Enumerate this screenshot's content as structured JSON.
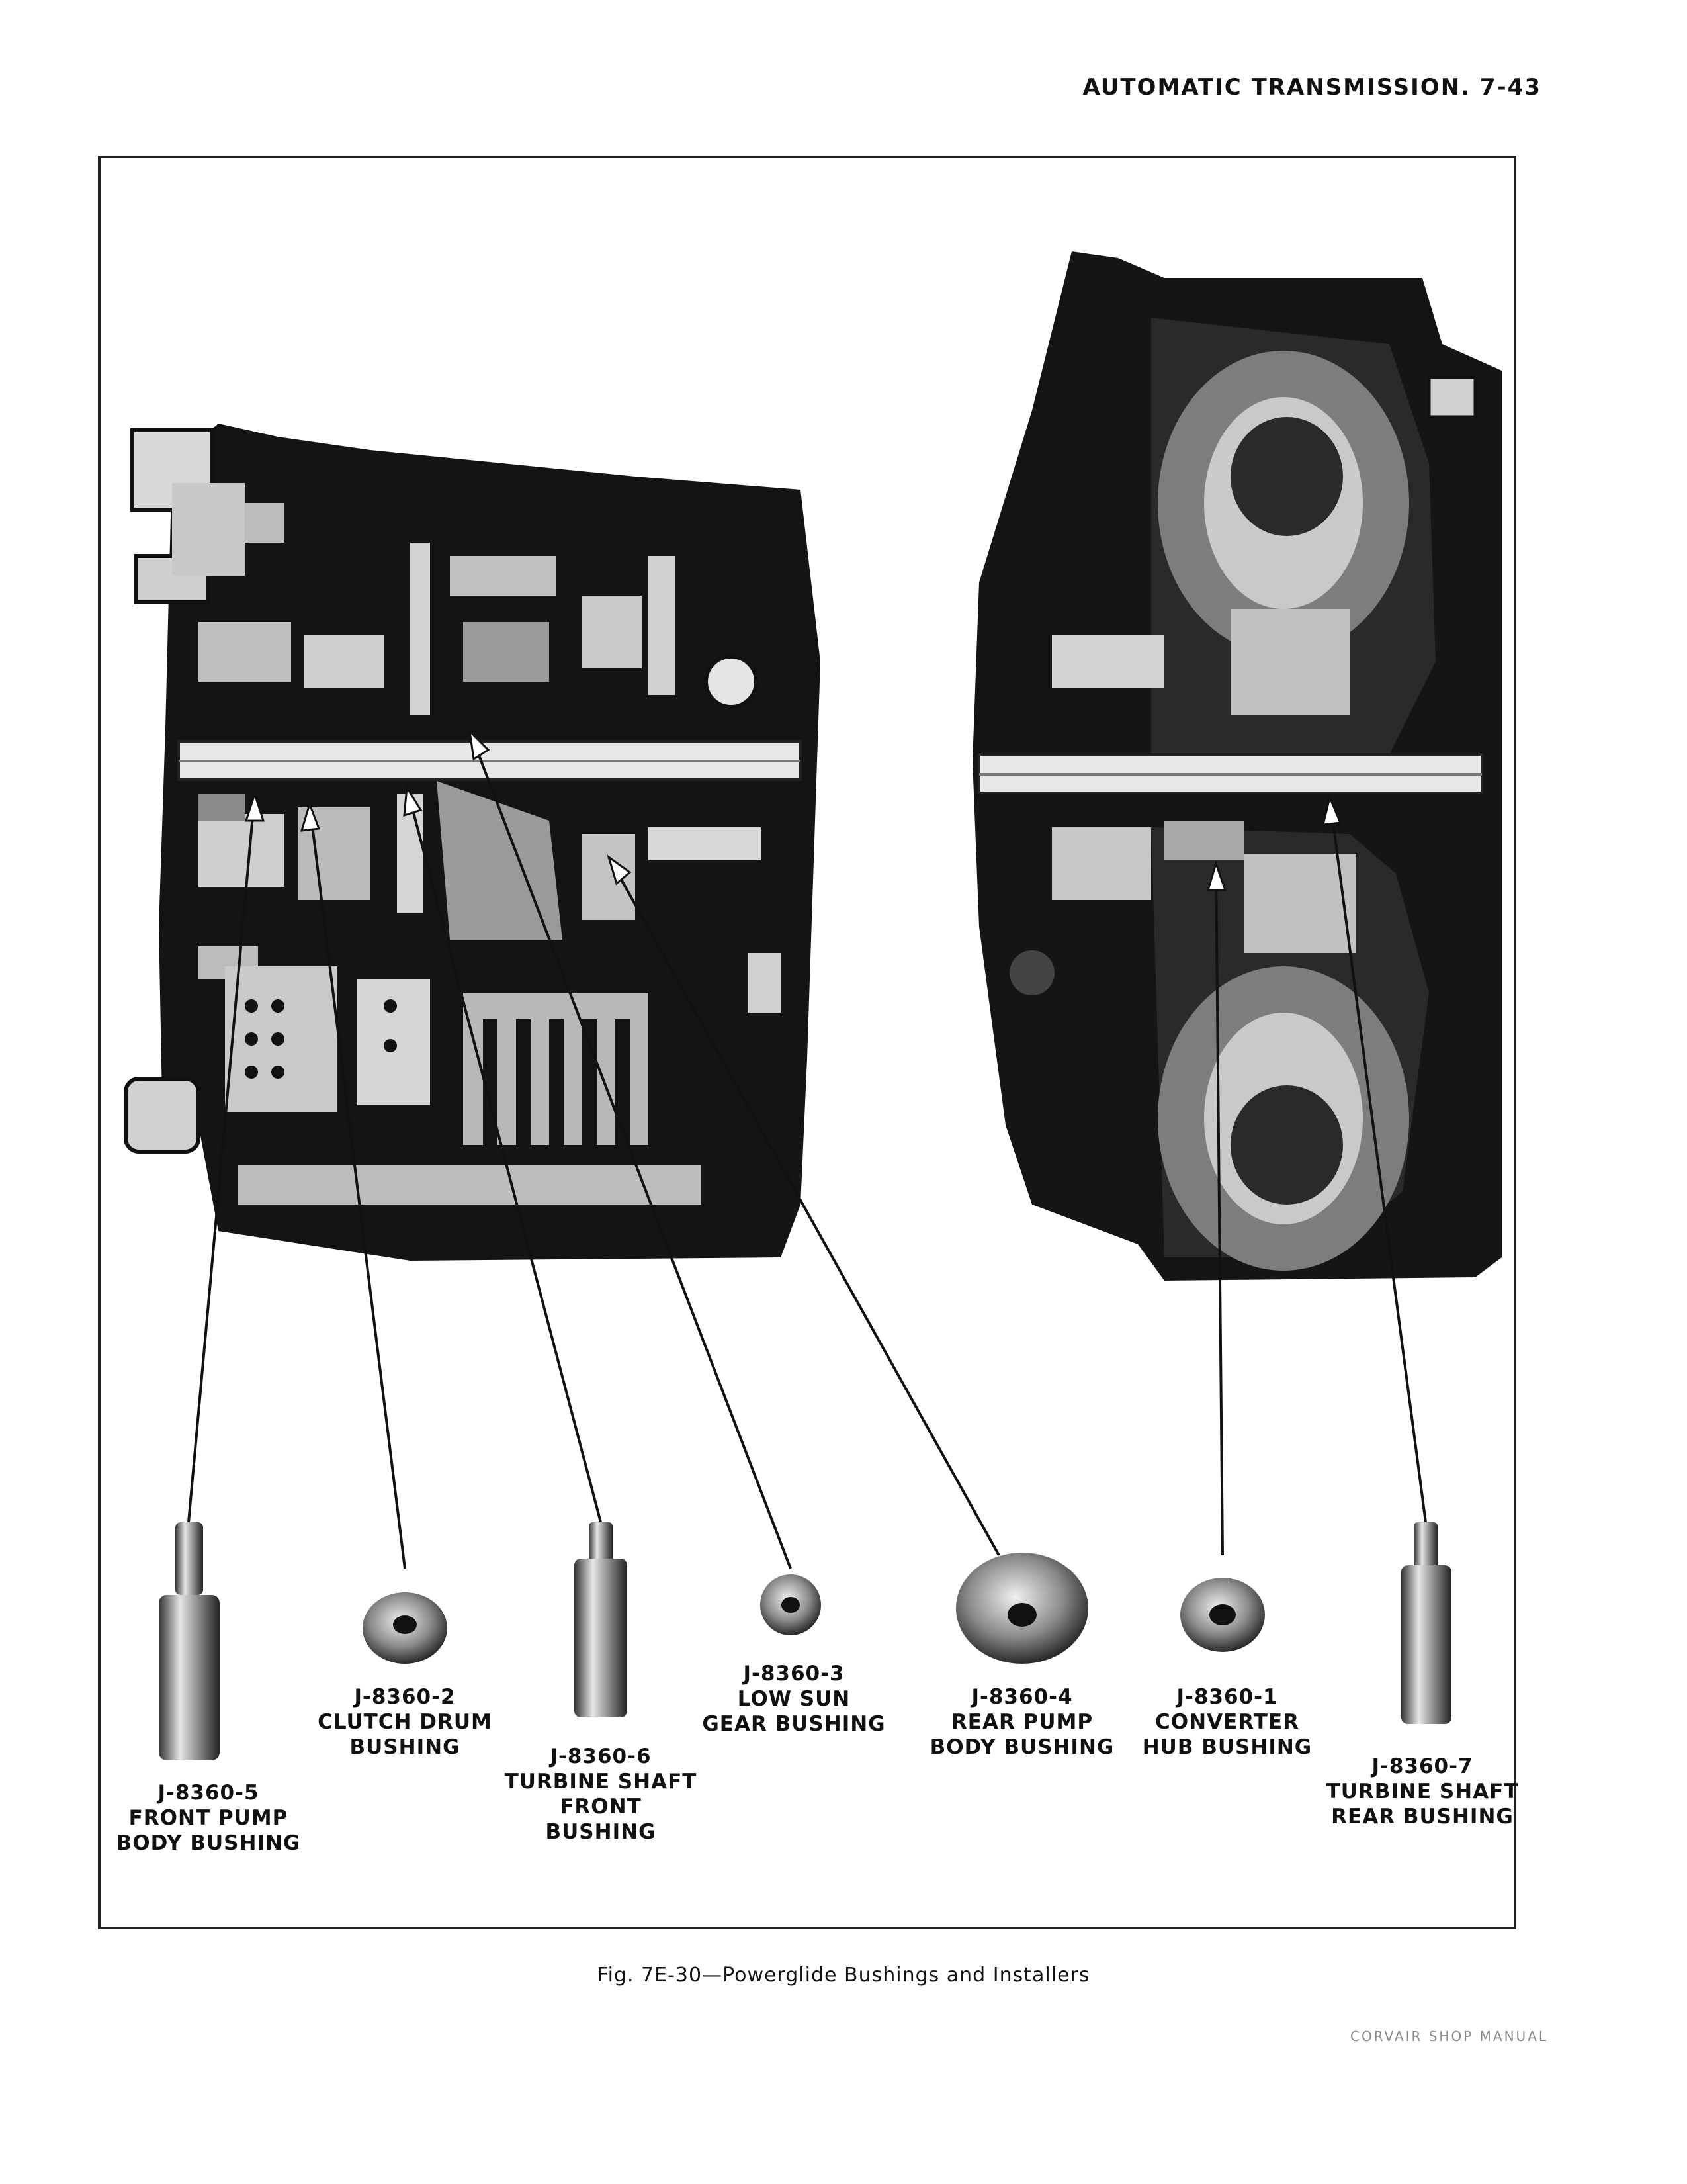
{
  "header": {
    "running_title": "AUTOMATIC TRANSMISSION. 7-43"
  },
  "figure": {
    "caption": "Fig. 7E-30—Powerglide Bushings and Installers",
    "tools": [
      {
        "part": "J-8360-5",
        "lines": [
          "FRONT PUMP",
          "BODY BUSHING"
        ]
      },
      {
        "part": "J-8360-2",
        "lines": [
          "CLUTCH DRUM",
          "BUSHING"
        ]
      },
      {
        "part": "J-8360-6",
        "lines": [
          "TURBINE SHAFT",
          "FRONT BUSHING"
        ]
      },
      {
        "part": "J-8360-3",
        "lines": [
          "LOW SUN",
          "GEAR BUSHING"
        ]
      },
      {
        "part": "J-8360-4",
        "lines": [
          "REAR PUMP",
          "BODY BUSHING"
        ]
      },
      {
        "part": "J-8360-1",
        "lines": [
          "CONVERTER",
          "HUB BUSHING"
        ]
      },
      {
        "part": "J-8360-7",
        "lines": [
          "TURBINE SHAFT",
          "REAR BUSHING"
        ]
      }
    ]
  },
  "footer": {
    "manual": "CORVAIR SHOP MANUAL"
  }
}
